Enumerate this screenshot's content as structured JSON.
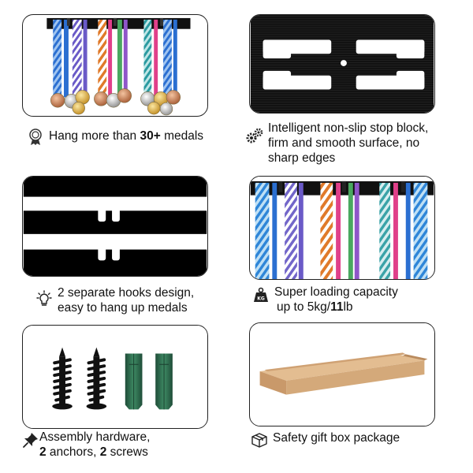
{
  "captions": {
    "medals": {
      "prefix": "Hang more than ",
      "bold": "30+",
      "suffix": " medals"
    },
    "stop_block": {
      "line1": "Intelligent non-slip stop block,",
      "line2": "firm and smooth surface, no",
      "line3": "sharp edges"
    },
    "hooks": {
      "line1": "2 separate hooks design,",
      "line2": "easy to hang up medals"
    },
    "capacity": {
      "line1": "Super loading capacity",
      "line2_prefix": "up to 5kg/",
      "line2_bold": "11",
      "line2_suffix": "lb"
    },
    "hardware": {
      "line1": "Assembly hardware,",
      "n1": "2",
      "t1": " anchors, ",
      "n2": "2",
      "t2": " screws"
    },
    "giftbox": {
      "text": "Safety gift box package"
    }
  },
  "weight_icon_label": "KG",
  "icons": {
    "medal": "medal-ribbon-icon",
    "gears": "gears-icon",
    "bulb": "lightbulb-icon",
    "weight": "kg-weight-icon",
    "pin": "pushpin-icon",
    "box": "gift-box-icon"
  },
  "colors": {
    "rack": "#111111",
    "cardboard": "#d4a97a",
    "anchor": "#2f6b4f",
    "ribbon_blue": "#2b6fd1",
    "ribbon_orange": "#e07a2a",
    "ribbon_pink": "#e0408a",
    "ribbon_green": "#4aa860"
  }
}
